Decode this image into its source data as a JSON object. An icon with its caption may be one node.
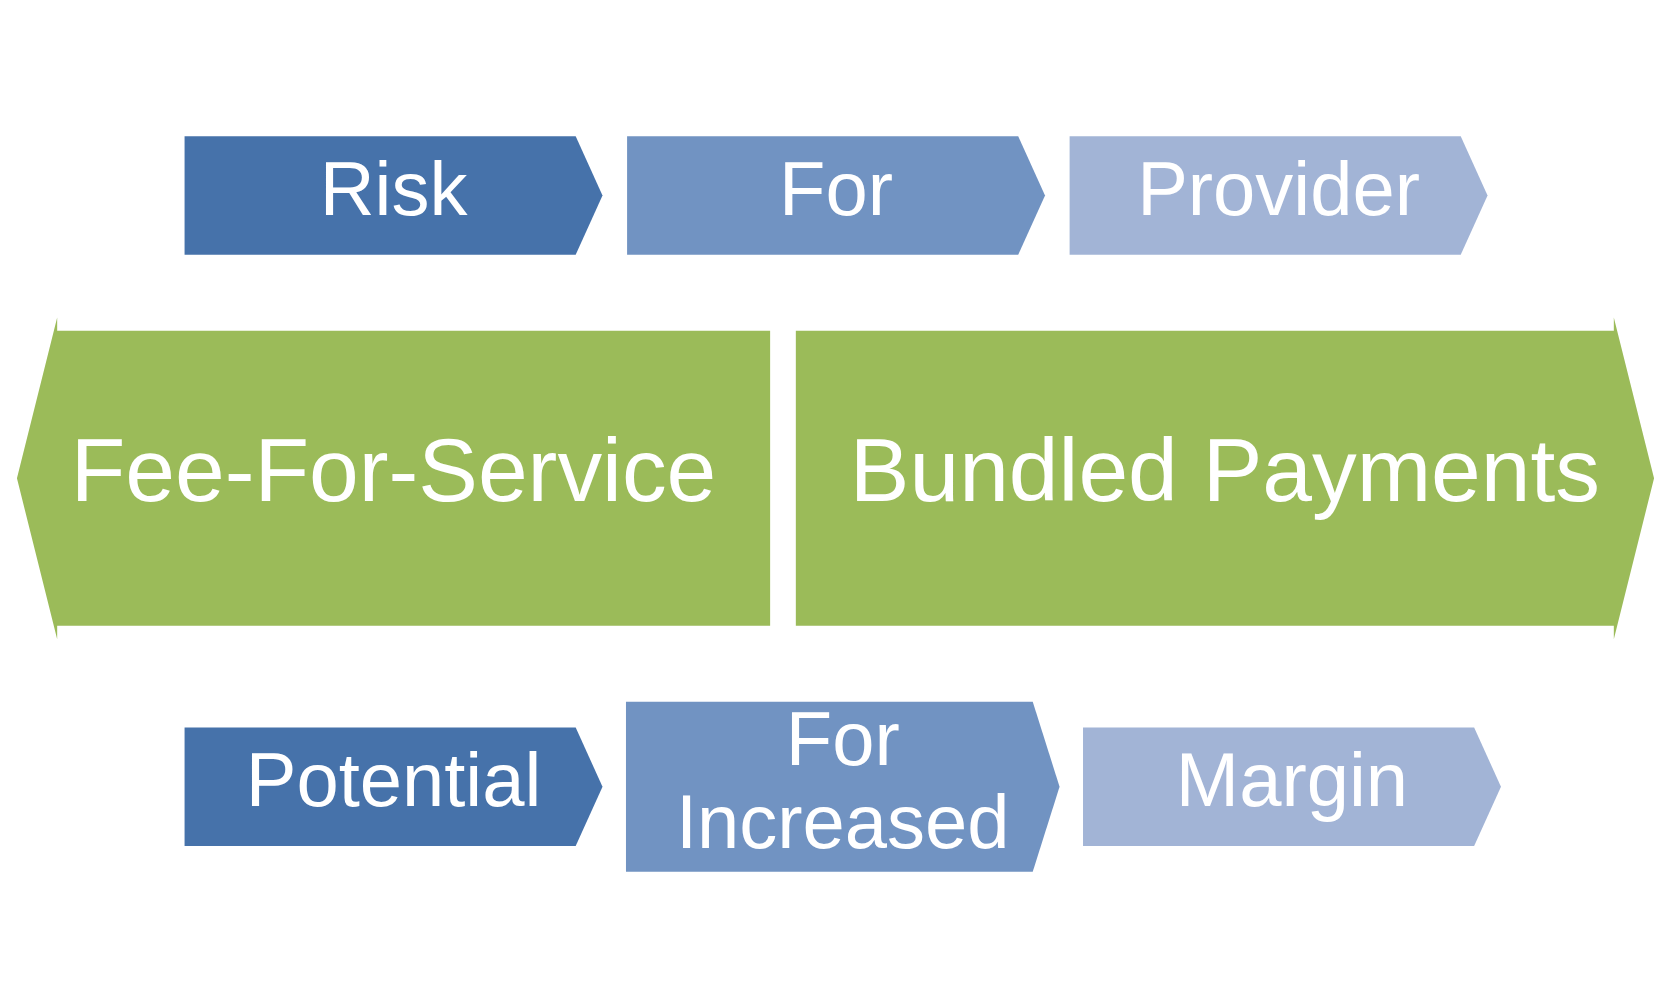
{
  "diagram": {
    "nodes": [
      {
        "text": [
          "Risk"
        ]
      },
      {
        "text": [
          "For"
        ]
      },
      {
        "text": [
          "Provider"
        ]
      },
      {
        "text": [
          "Fee-For-Service"
        ]
      },
      {
        "text": [
          "Bundled Payments"
        ]
      },
      {
        "text": [
          "Potential"
        ]
      },
      {
        "text": [
          "For Increased"
        ]
      },
      {
        "text": [
          "Margin"
        ]
      }
    ]
  }
}
